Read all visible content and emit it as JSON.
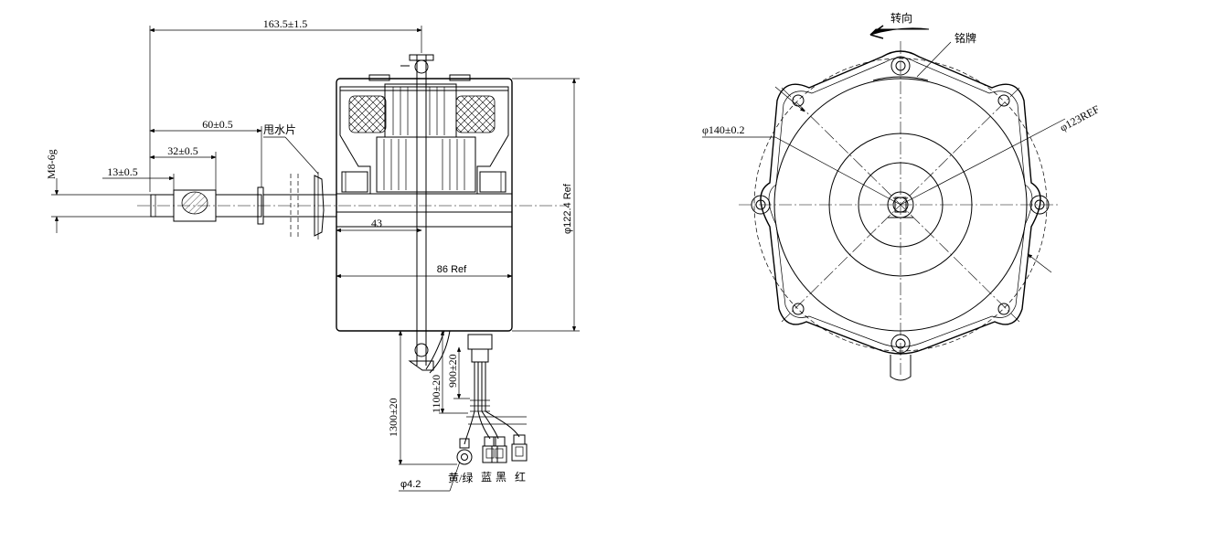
{
  "dimensions": {
    "overall_length": "163.5±1.5",
    "shaft_length": "60±0.5",
    "flat_length": "32±0.5",
    "thread_length": "13±0.5",
    "thread_spec": "M8-6g",
    "body_length_43": "43",
    "body_length_86": "86 Ref",
    "body_diameter": "φ122.4 Ref",
    "lead_1300": "1300±20",
    "lead_1100": "1100±20",
    "lead_900": "900±20",
    "ring_terminal": "φ4.2",
    "mount_circle": "φ140±0.2",
    "ref_circle": "φ123REF"
  },
  "labels": {
    "water_slinger": "甩水片",
    "rotation": "转向",
    "nameplate": "铭牌",
    "wire_yellow_green": "黄/绿",
    "wire_blue": "蓝",
    "wire_black": "黑",
    "wire_red": "红"
  }
}
